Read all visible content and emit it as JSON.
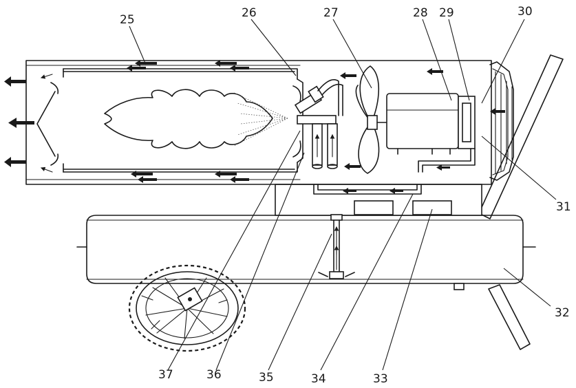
{
  "callouts": {
    "c25": "25",
    "c26": "26",
    "c27": "27",
    "c28": "28",
    "c29": "29",
    "c30": "30",
    "c31": "31",
    "c32": "32",
    "c33": "33",
    "c34": "34",
    "c35": "35",
    "c36": "36",
    "c37": "37"
  },
  "colors": {
    "line": "#1a1a1a",
    "background": "#ffffff"
  }
}
